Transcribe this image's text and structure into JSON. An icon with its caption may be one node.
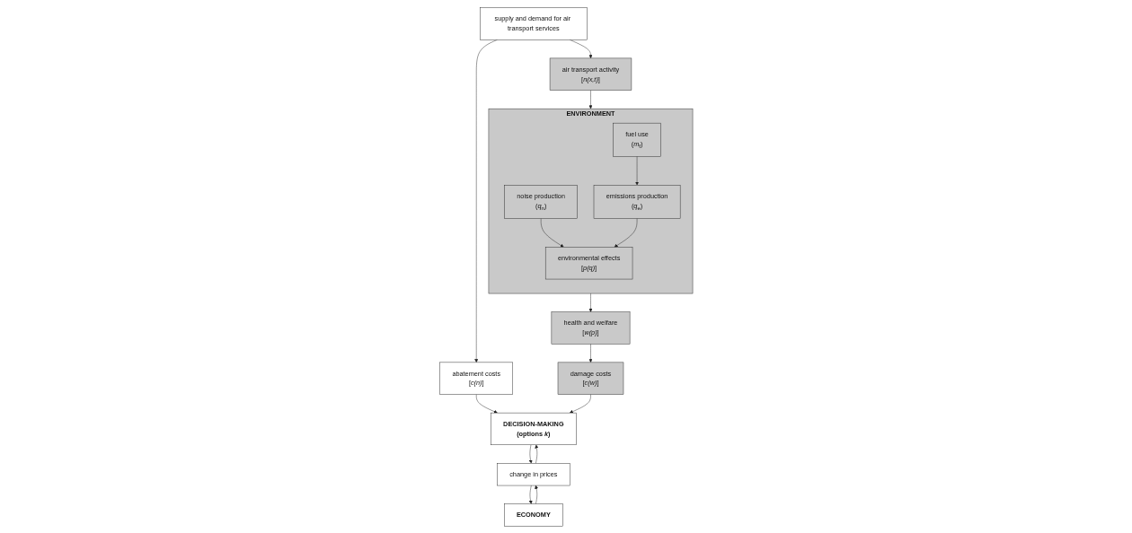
{
  "diagram": {
    "nodes": [
      {
        "text": [
          "air transport activity",
          "[*n(x,t)*]"
        ]
      },
      {
        "text": [
          "supply and demand for air transport services"
        ]
      },
      {
        "text": [
          "abatement costs",
          "[*c(n)*]"
        ]
      },
      {
        "text": [
          "ENVIRONMENT"
        ]
      },
      {
        "text": [
          "fuel use",
          "(*m*$_{f}$)"
        ],
        "in": 3
      },
      {
        "text": [
          "noise production",
          "(*q*$_{n}$)"
        ],
        "in": 3
      },
      {
        "text": [
          "emissions production",
          "(*q*$_{e}$)"
        ],
        "in": 3
      },
      {
        "text": [
          "environmental effects",
          "[*p(q)*]"
        ],
        "in": 3
      },
      {
        "text": [
          "ECONOMY"
        ]
      },
      {
        "text": [
          "change in prices"
        ]
      },
      {
        "text": [
          "DECISION-MAKING",
          "(options *k*)"
        ]
      },
      {
        "text": [
          "health and welfare",
          "[*w(p)*]"
        ]
      },
      {
        "text": [
          "damage costs",
          "[*c(w)*]"
        ]
      }
    ],
    "edges": [
      {
        "from": 1,
        "to": 0,
        "arrow": "to"
      },
      {
        "from": 1,
        "to": 2,
        "arrow": "to"
      },
      {
        "from": 0,
        "to": 3,
        "arrow": "to"
      },
      {
        "from": 4,
        "to": 6,
        "arrow": "to"
      },
      {
        "from": 5,
        "to": 7,
        "arrow": "to"
      },
      {
        "from": 6,
        "to": 7,
        "arrow": "to"
      },
      {
        "from": 3,
        "to": 11,
        "arrow": "to"
      },
      {
        "from": 8,
        "to": 9,
        "arrow": "to"
      },
      {
        "from": 9,
        "to": 8,
        "arrow": "to"
      },
      {
        "from": 9,
        "to": 10,
        "arrow": "to"
      },
      {
        "from": 10,
        "to": 9,
        "arrow": "to"
      },
      {
        "from": 2,
        "to": 10,
        "arrow": "to"
      },
      {
        "from": 11,
        "to": 12,
        "arrow": "to"
      },
      {
        "from": 12,
        "to": 10,
        "arrow": "to"
      }
    ]
  }
}
